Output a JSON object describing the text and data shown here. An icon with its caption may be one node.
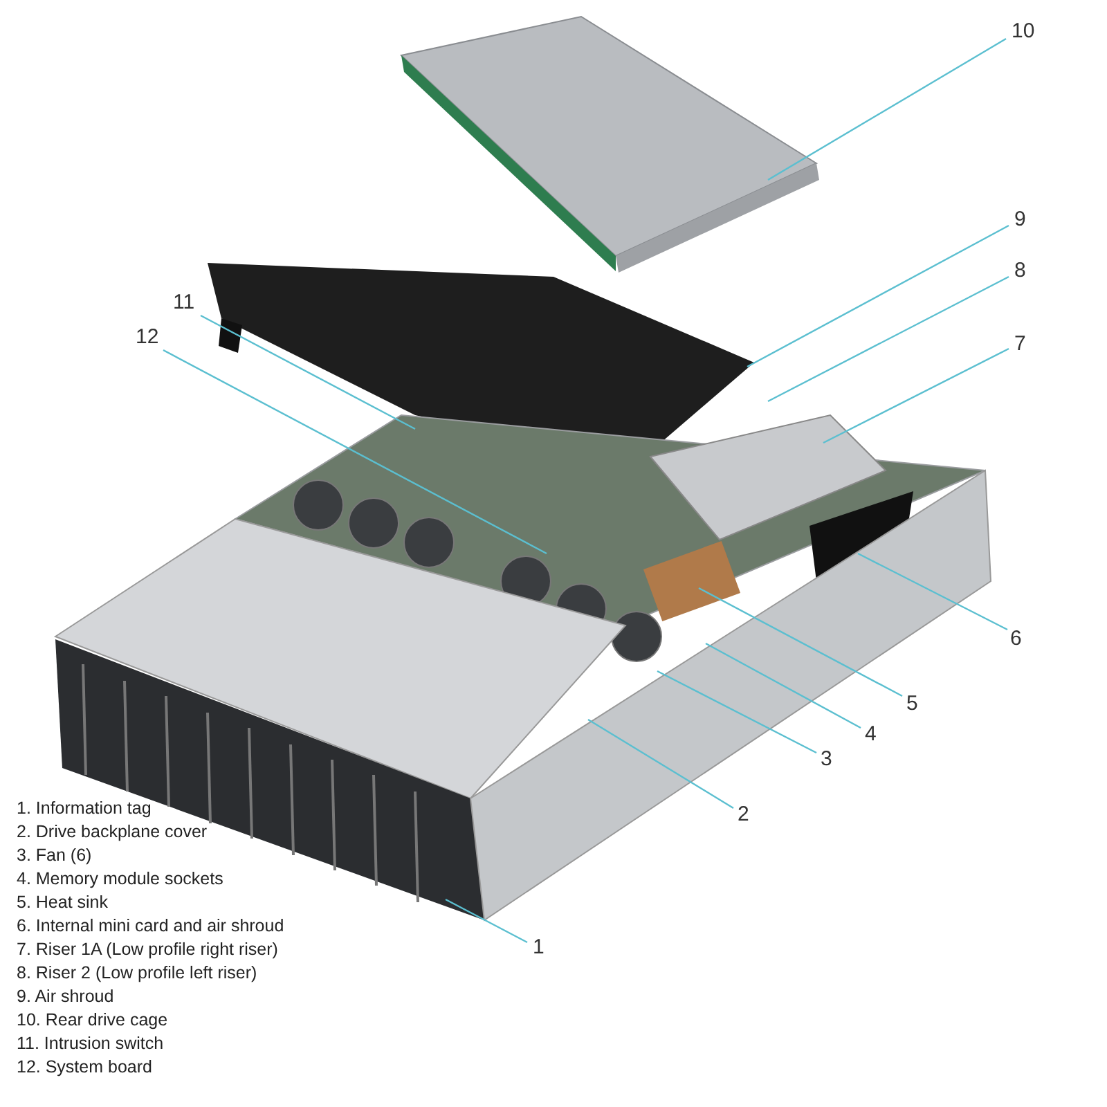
{
  "diagram": {
    "nodes": [
      {
        "text": [
          "1"
        ]
      },
      {
        "text": [
          "2"
        ]
      },
      {
        "text": [
          "3"
        ]
      },
      {
        "text": [
          "4"
        ]
      },
      {
        "text": [
          "5"
        ]
      },
      {
        "text": [
          "6"
        ]
      },
      {
        "text": [
          "7"
        ]
      },
      {
        "text": [
          "8"
        ]
      },
      {
        "text": [
          "9"
        ]
      },
      {
        "text": [
          "10"
        ]
      },
      {
        "text": [
          "11"
        ]
      },
      {
        "text": [
          "12"
        ]
      }
    ],
    "edges": [
      {
        "from": 0,
        "to": null,
        "arrow": "none"
      },
      {
        "from": 1,
        "to": null,
        "arrow": "none"
      },
      {
        "from": 2,
        "to": null,
        "arrow": "none"
      },
      {
        "from": 3,
        "to": null,
        "arrow": "none"
      },
      {
        "from": 4,
        "to": null,
        "arrow": "none"
      },
      {
        "from": 5,
        "to": null,
        "arrow": "none"
      },
      {
        "from": 6,
        "to": null,
        "arrow": "none"
      },
      {
        "from": 7,
        "to": null,
        "arrow": "none"
      },
      {
        "from": 8,
        "to": null,
        "arrow": "none"
      },
      {
        "from": 9,
        "to": null,
        "arrow": "none"
      },
      {
        "from": 10,
        "to": null,
        "arrow": "none"
      },
      {
        "from": 11,
        "to": null,
        "arrow": "none"
      }
    ],
    "labels": [
      "1. Information tag",
      "2. Drive backplane cover",
      "3. Fan (6)",
      "4. Memory module sockets",
      "5. Heat sink",
      "6. Internal mini card and air shroud",
      "7. Riser 1A (Low profile right riser)",
      "8. Riser 2 (Low profile left riser)",
      "9. Air shroud",
      "10. Rear drive cage",
      "11. Intrusion switch",
      "12. System board"
    ]
  }
}
